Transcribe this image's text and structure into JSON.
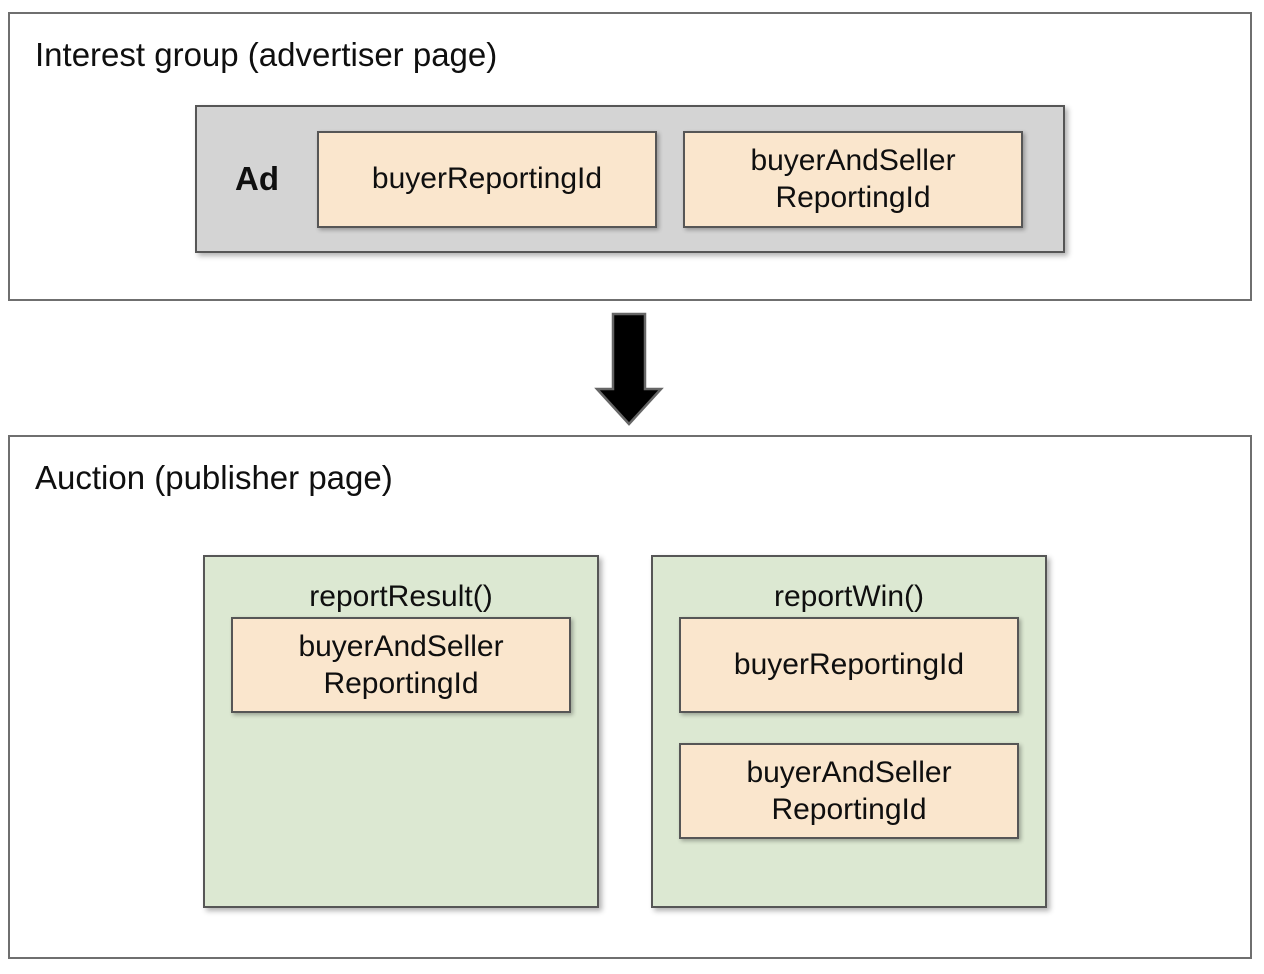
{
  "colors": {
    "background": "#ffffff",
    "panel_border": "#6f6f6f",
    "box_border": "#565656",
    "ad_fill": "#d4d4d4",
    "function_fill": "#dce8d2",
    "chip_fill": "#fae6cd",
    "arrow_fill": "#000000",
    "arrow_outline": "#666666",
    "text": "#0f0f0f"
  },
  "interest_group": {
    "title": "Interest group (advertiser page)",
    "ad": {
      "label": "Ad",
      "chips": [
        {
          "label": "buyerReportingId"
        },
        {
          "label": "buyerAndSeller ReportingId"
        }
      ]
    }
  },
  "auction": {
    "title": "Auction (publisher page)",
    "functions": [
      {
        "name": "reportResult()",
        "chips": [
          {
            "label": "buyerAndSeller ReportingId"
          }
        ]
      },
      {
        "name": "reportWin()",
        "chips": [
          {
            "label": "buyerReportingId"
          },
          {
            "label": "buyerAndSeller ReportingId"
          }
        ]
      }
    ]
  }
}
